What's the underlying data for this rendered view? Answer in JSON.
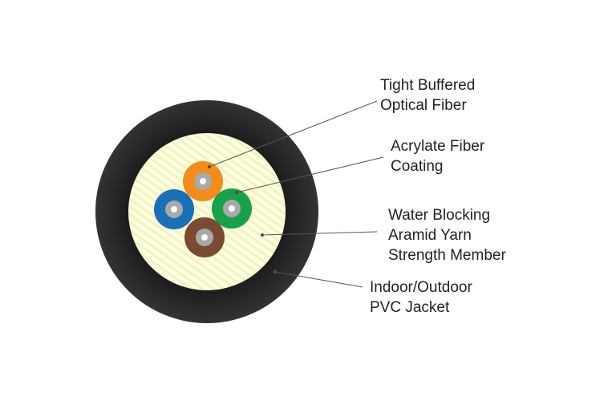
{
  "labels": {
    "fiber": [
      "Tight Buffered",
      "Optical Fiber"
    ],
    "coating": [
      "Acrylate Fiber",
      "Coating"
    ],
    "yarn": [
      "Water Blocking",
      "Aramid Yarn",
      "Strength Member"
    ],
    "jacket": [
      "Indoor/Outdoor",
      "PVC Jacket"
    ]
  },
  "colors": {
    "jacket": "#2a2a2a",
    "yarn": "#fbfbdc",
    "orange": "#f28c1e",
    "blue": "#1a6fb5",
    "green": "#18a04a",
    "brown": "#7a4a32",
    "buffer": "#a9a9a9"
  }
}
